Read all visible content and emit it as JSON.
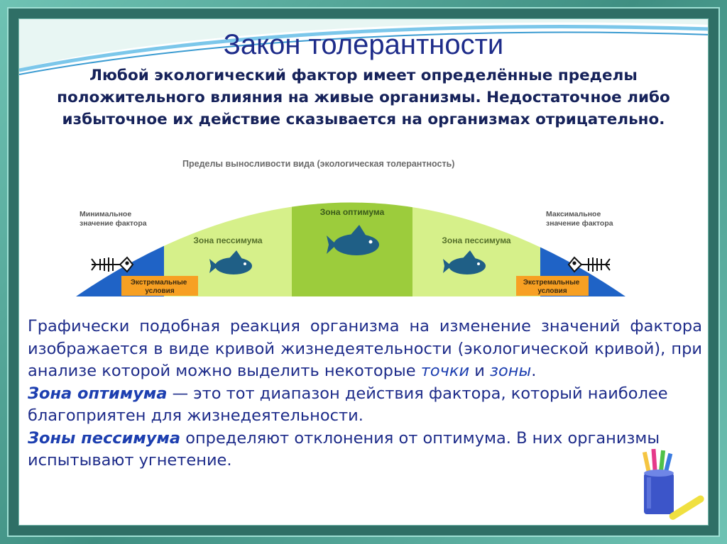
{
  "slide": {
    "title": "Закон толерантности",
    "lead_lines": [
      "Любой экологический фактор имеет определённые пределы",
      "положительного влияния на живые организмы. Недостаточное либо",
      "избыточное их действие сказывается на организмах отрицательно."
    ]
  },
  "diagram": {
    "caption": "Пределы выносливости вида (экологическая толерантность)",
    "min_label": [
      "Минимальное",
      "значение фактора"
    ],
    "max_label": [
      "Максимальное",
      "значение фактора"
    ],
    "optimum_label": "Зона оптимума",
    "pessimum_left_label": "Зона пессимума",
    "pessimum_right_label": "Зона пессимума",
    "extreme_left_label": [
      "Экстремальные",
      "условия"
    ],
    "extreme_right_label": [
      "Экстремальные",
      "условия"
    ],
    "colors": {
      "extreme": "#1f63c6",
      "pessimum": "#d6f08a",
      "optimum": "#9ccc3c",
      "extreme_box": "#f7a023",
      "fish": "#1f5f86"
    },
    "icons": [
      "fish-skeleton-icon",
      "fish-icon",
      "fish-icon",
      "fish-icon",
      "fish-skeleton-icon"
    ]
  },
  "body": {
    "p1_lines": [
      "Графически подобная реакция организма на изменение значений фактора",
      "изображается в виде кривой жизнедеятельности (экологической кривой), при"
    ],
    "p1_last_pre": "анализе которой можно выделить некоторые ",
    "p1_points": "точки",
    "p1_and": " и ",
    "p1_zones": "зоны",
    "p1_end": ".",
    "p2_term": "Зона оптимума",
    "p2_text": " — это тот диапазон действия фактора, который наиболее",
    "p2_line2": "благоприятен для жизнедеятельности.",
    "p3_term": "Зоны пессимума",
    "p3_text": " определяют отклонения от оптимума. В них организмы",
    "p3_line2": "испытывают угнетение."
  }
}
